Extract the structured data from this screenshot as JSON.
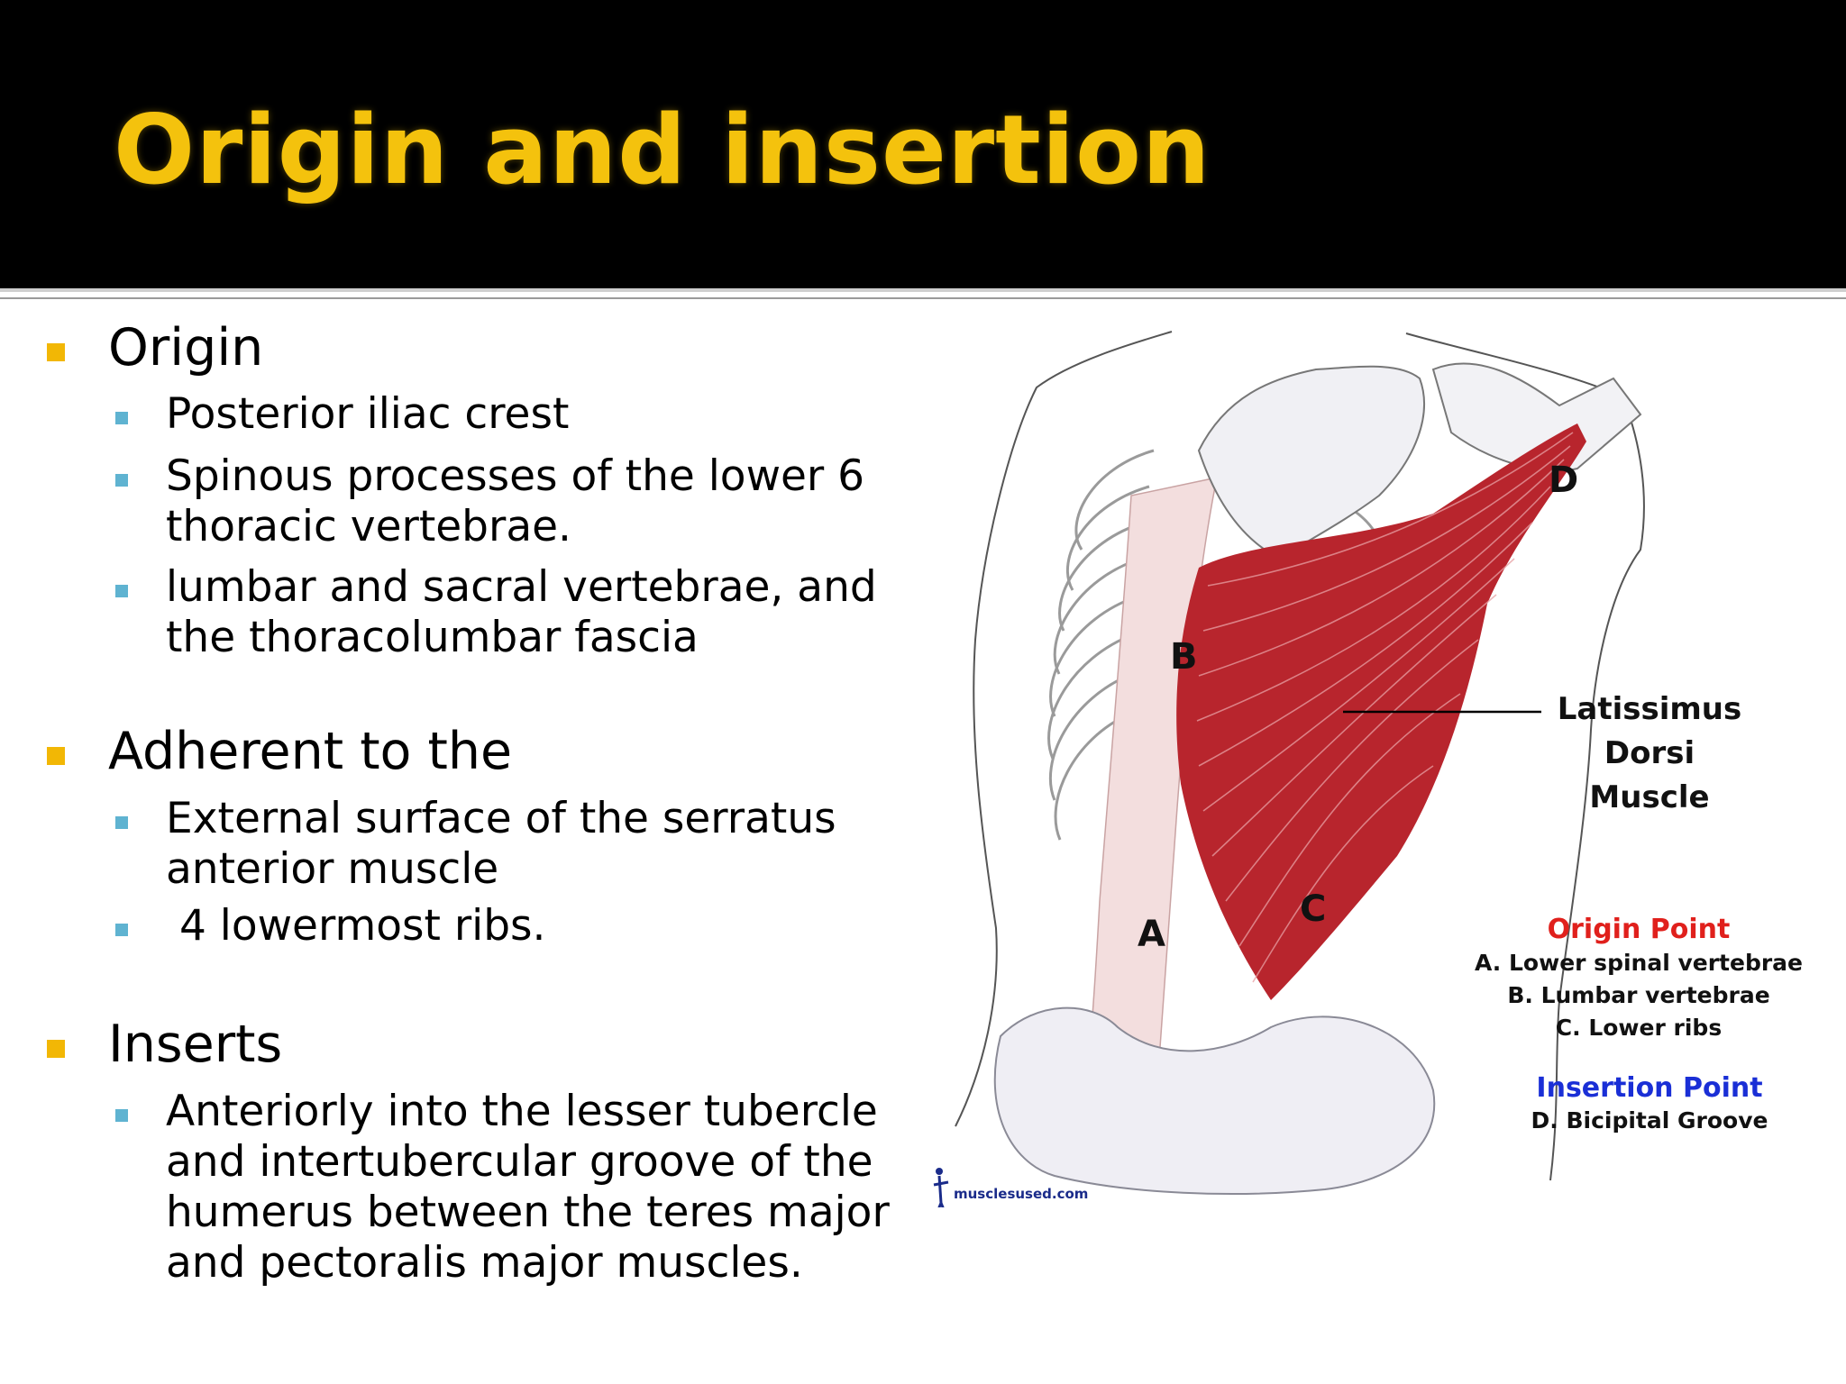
{
  "slide": {
    "title": "Origin and insertion",
    "accent_color": "#f4c20d",
    "sections": [
      {
        "heading": "Origin",
        "items": [
          [
            "Posterior   iliac crest"
          ],
          [
            "Spinous  processes of the lower 6",
            "thoracic vertebrae."
          ],
          [
            "lumbar and sacral vertebrae, and",
            "the thoracolumbar fascia"
          ]
        ]
      },
      {
        "heading": "Adherent   to the",
        "items": [
          [
            "External   surface of the serratus",
            "anterior muscle"
          ],
          [
            " 4 lowermost ribs."
          ]
        ]
      },
      {
        "heading": "Inserts",
        "items": [
          [
            "Anteriorly  into the lesser tubercle",
            "and intertubercular groove of the",
            "humerus between the teres major",
            "and pectoralis major muscles."
          ]
        ]
      }
    ]
  },
  "figure": {
    "point_labels": [
      "A",
      "B",
      "C",
      "D"
    ],
    "muscle_label": [
      "Latissimus",
      "Dorsi",
      "Muscle"
    ],
    "origin_heading": "Origin Point",
    "origin_items": [
      "A. Lower spinal vertebrae",
      "B. Lumbar vertebrae",
      "C. Lower ribs"
    ],
    "insertion_heading": "Insertion Point",
    "insertion_items": [
      "D. Bicipital Groove"
    ],
    "watermark": "musclesused.com",
    "origin_color": "#e0201c",
    "insertion_color": "#1a2fd6",
    "muscle_color": "#b8252d"
  }
}
